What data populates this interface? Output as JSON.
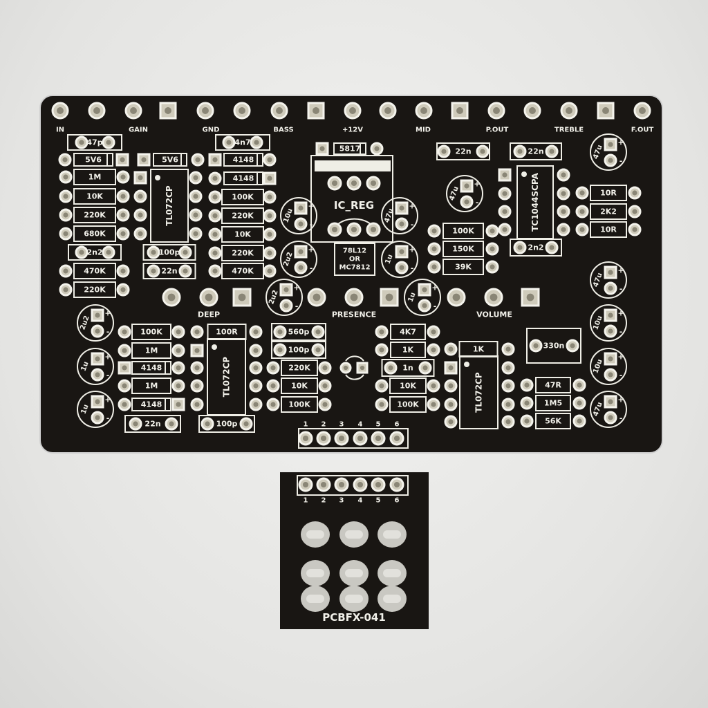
{
  "main_board": {
    "edge_labels": [
      "IN",
      "GAIN",
      "GND",
      "BASS",
      "+12V",
      "MID",
      "P.OUT",
      "TREBLE",
      "F.OUT"
    ],
    "control_labels": [
      "DEEP",
      "PRESENCE",
      "VOLUME"
    ],
    "parts": [
      "47p",
      "5V6",
      "1M",
      "10K",
      "220K",
      "680K",
      "2n2",
      "470K",
      "220K",
      "5V6",
      "100p",
      "22n",
      "4n7",
      "4148",
      "4148",
      "100K",
      "220K",
      "10K",
      "220K",
      "470K",
      "5817",
      "22n",
      "22n",
      "2n2",
      "100K",
      "150K",
      "39K",
      "10R",
      "2K2",
      "10R",
      "100K",
      "1M",
      "4148",
      "1M",
      "4148",
      "22n",
      "100R",
      "100p",
      "560p",
      "100p",
      "220K",
      "10K",
      "100K",
      "4K7",
      "1K",
      "1n",
      "10K",
      "100K",
      "1K",
      "330n",
      "47R",
      "1M5",
      "56K"
    ],
    "ics": [
      "TL072CP",
      "TC1044SCPA",
      "TL072CP",
      "TL072CP"
    ],
    "regulator": {
      "label": "IC_REG",
      "part_line1": "78L12",
      "part_line2": "OR",
      "part_line3": "MC7812"
    },
    "caps": [
      "10u",
      "2u2",
      "47u",
      "1u",
      "2u2",
      "1u",
      "47u",
      "47u",
      "47u",
      "10u",
      "10u",
      "47u",
      "2u2",
      "1u",
      "1u"
    ],
    "header_numbers": [
      "1",
      "2",
      "3",
      "4",
      "5",
      "6"
    ]
  },
  "daughter_board": {
    "header_numbers": [
      "1",
      "2",
      "3",
      "4",
      "5",
      "6"
    ],
    "name": "PCBFX-041"
  },
  "colors": {
    "board": "#191613",
    "silkscreen": "#efeee6",
    "pad": "#cfcbbb",
    "background": "#e6e6e4"
  }
}
